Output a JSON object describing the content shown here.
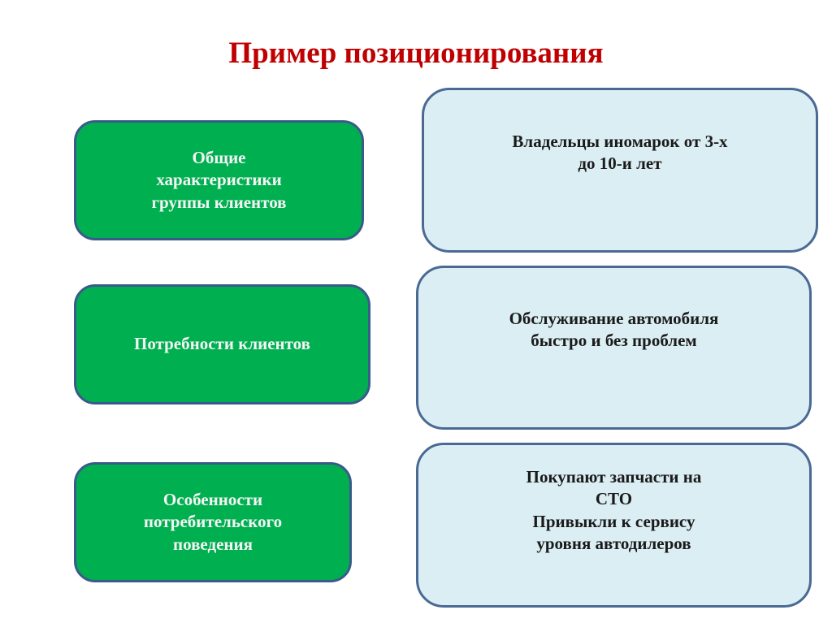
{
  "title": "Пример позиционирования",
  "rows": [
    {
      "label": "Общие\nхарактеристики\nгруппы клиентов",
      "value": "Владельцы иномарок от 3-х\nдо 10-и лет"
    },
    {
      "label": "Потребности клиентов",
      "value": "Обслуживание автомобиля\nбыстро и без проблем"
    },
    {
      "label": "Особенности\nпотребительского\nповедения",
      "value": "Покупают запчасти на\nСТО\nПривыкли к сервису\nуровня  автодилеров"
    }
  ],
  "colors": {
    "title": "#c00000",
    "green": "#00b050",
    "blue": "#dbeef4",
    "border": "#3a5a8a"
  }
}
